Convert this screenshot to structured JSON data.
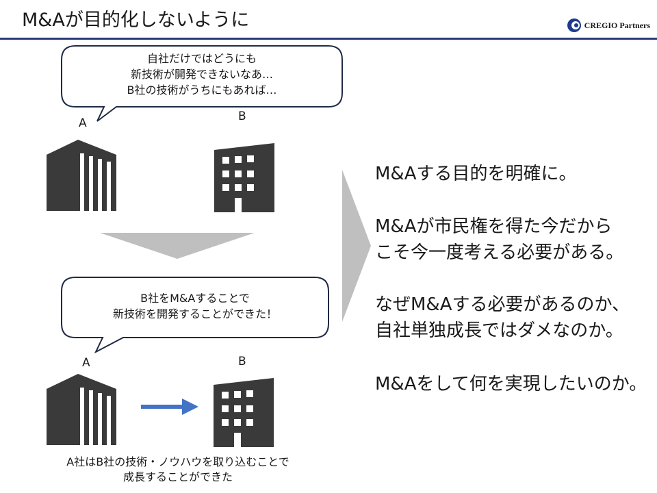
{
  "header": {
    "title": "M&Aが目的化しないように",
    "logo_text": "CREGIO Partners"
  },
  "before": {
    "bubble_lines": [
      "自社だけではどうにも",
      "新技術が開発できないなあ…",
      "B社の技術がうちにもあれば…"
    ],
    "label_a": "A",
    "label_b": "B"
  },
  "after": {
    "bubble_lines": [
      "B社をM&Aすることで",
      "新技術を開発することができた！"
    ],
    "label_a": "A",
    "label_b": "B",
    "caption_lines": [
      "A社はB社の技術・ノウハウを取り込むことで",
      "成長することができた"
    ]
  },
  "statements": [
    "M&Aする目的を明確に。",
    "M&Aが市民権を得た今だから",
    "こそ今一度考える必要がある。",
    "なぜM&Aする必要があるのか、",
    "自社単独成長ではダメなのか。",
    "M&Aをして何を実現したいのか。"
  ],
  "colors": {
    "rule": "#2b3a7a",
    "bubble_border": "#1f2a44",
    "building": "#3a3a3a",
    "chevron": "#bfbfbf",
    "arrow": "#4472c4"
  }
}
